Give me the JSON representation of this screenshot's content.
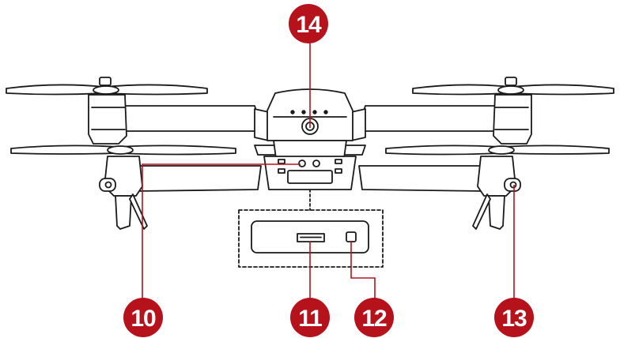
{
  "colors": {
    "callout": "#b5121b",
    "line": "#1a1a1a",
    "callout_text": "#ffffff"
  },
  "callouts": [
    {
      "number": "14"
    },
    {
      "number": "10"
    },
    {
      "number": "11"
    },
    {
      "number": "12"
    },
    {
      "number": "13"
    }
  ]
}
